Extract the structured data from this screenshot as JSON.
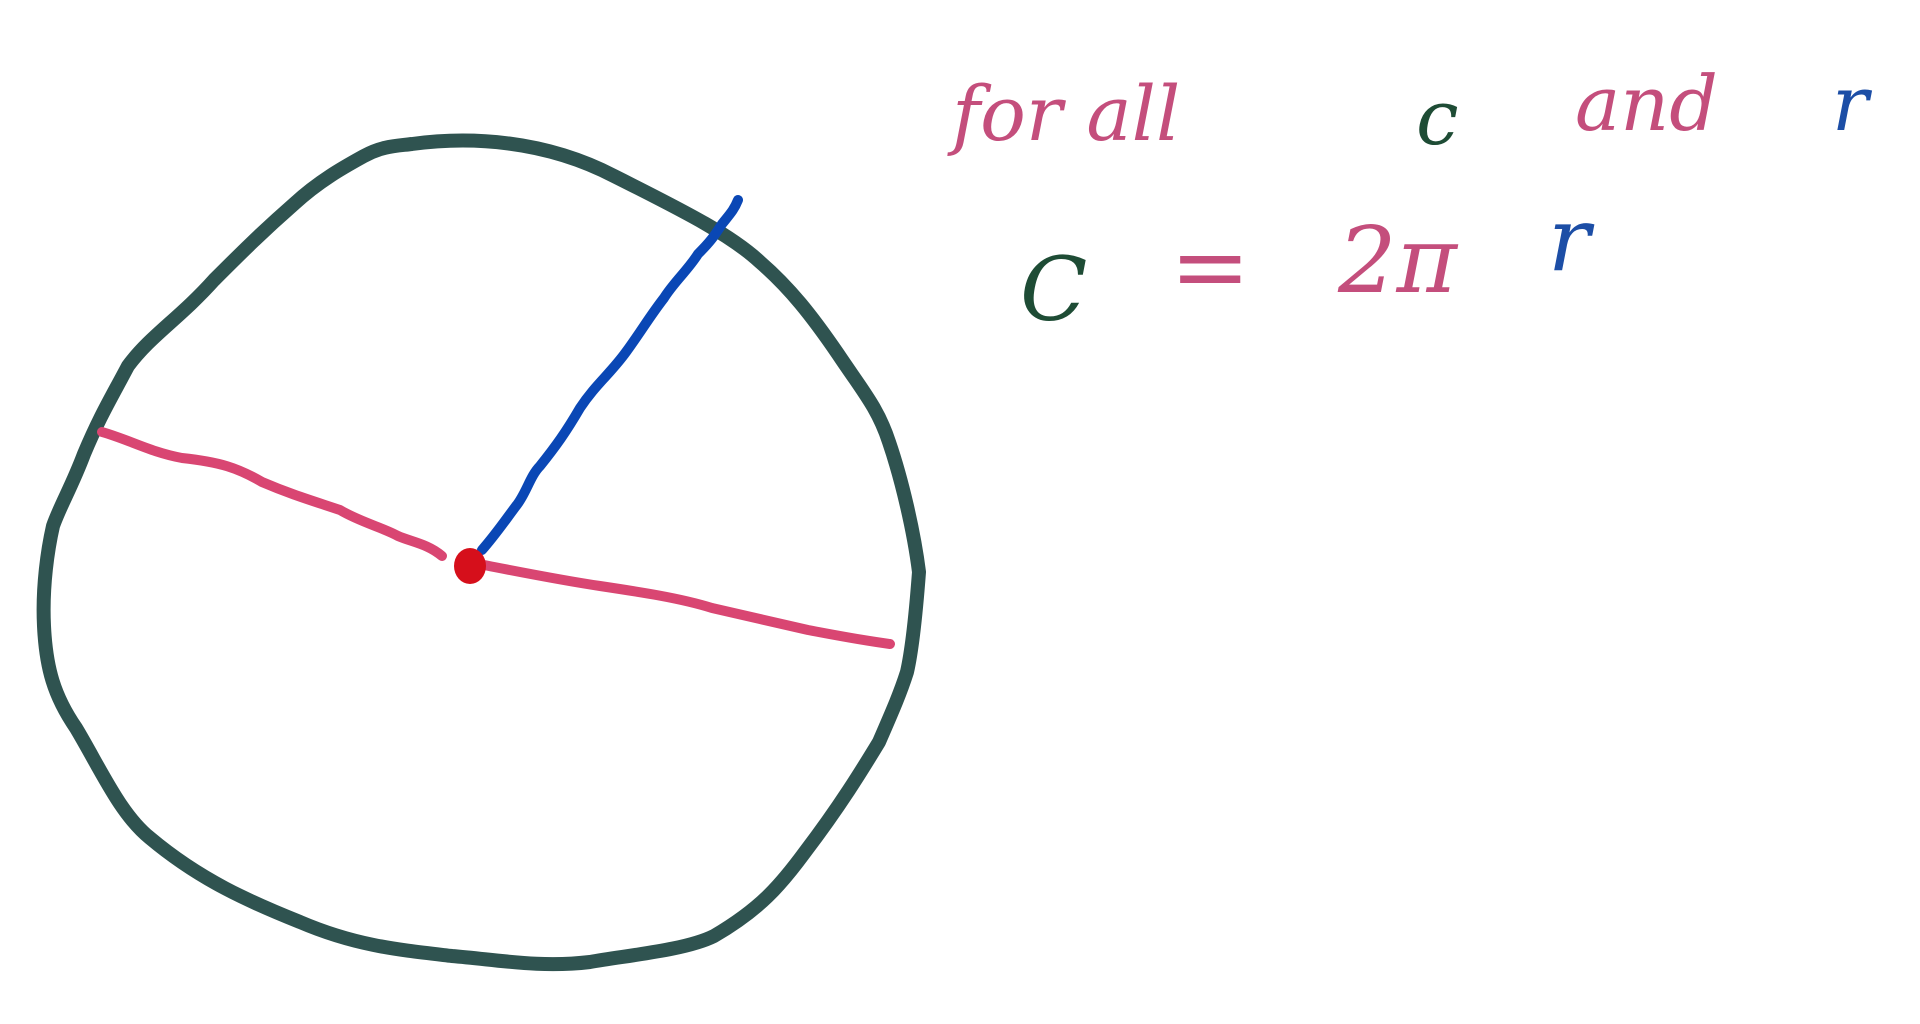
{
  "note": {
    "line1": {
      "phrase_for_all": "for all",
      "c": "c",
      "and": "and",
      "r": "r"
    },
    "line2": {
      "c": "C",
      "equals": "=",
      "coefficient": "2π",
      "r": "r"
    }
  },
  "colors": {
    "circle": "#2f5350",
    "diameter": "#d94672",
    "radius": "#0a47b5",
    "center": "#d60f1b",
    "text_pink": "#c44e7c",
    "text_green": "#1e4c35",
    "text_blue": "#1c4ea6"
  }
}
